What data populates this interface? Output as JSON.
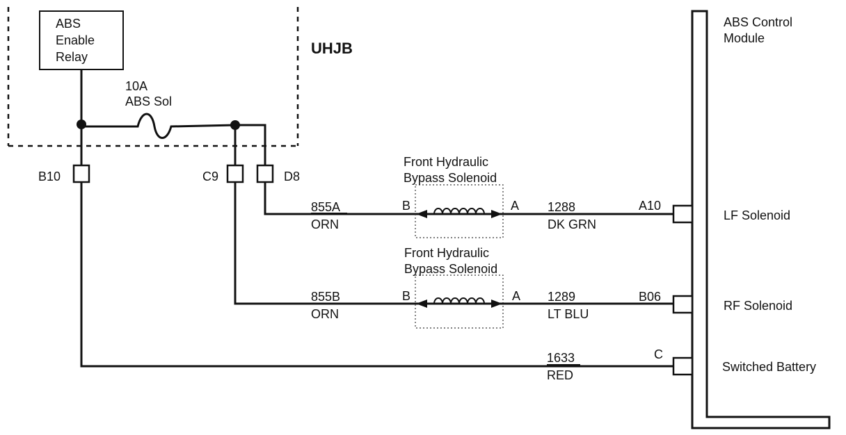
{
  "uhjb": {
    "label": "UHJB"
  },
  "relay": {
    "line1": "ABS",
    "line2": "Enable",
    "line3": "Relay"
  },
  "fuse": {
    "rating": "10A",
    "name": "ABS Sol"
  },
  "connectors": {
    "b10": "B10",
    "c9": "C9",
    "d8": "D8"
  },
  "solenoid_front_1": {
    "line1": "Front Hydraulic",
    "line2": "Bypass Solenoid",
    "pin_b": "B",
    "pin_a": "A"
  },
  "solenoid_front_2": {
    "line1": "Front Hydraulic",
    "line2": "Bypass Solenoid",
    "pin_b": "B",
    "pin_a": "A"
  },
  "wire_855a": {
    "circuit": "855A",
    "color": "ORN"
  },
  "wire_855b": {
    "circuit": "855B",
    "color": "ORN"
  },
  "wire_1288": {
    "circuit": "1288",
    "color": "DK GRN"
  },
  "wire_1289": {
    "circuit": "1289",
    "color": "LT  BLU"
  },
  "wire_1633": {
    "circuit": "1633",
    "color": "RED"
  },
  "module": {
    "title_line1": "ABS Control",
    "title_line2": "Module",
    "pin_a10": "A10",
    "pin_b06": "B06",
    "pin_c": "C",
    "lf": "LF Solenoid",
    "rf": "RF Solenoid",
    "batt": "Switched Battery"
  }
}
